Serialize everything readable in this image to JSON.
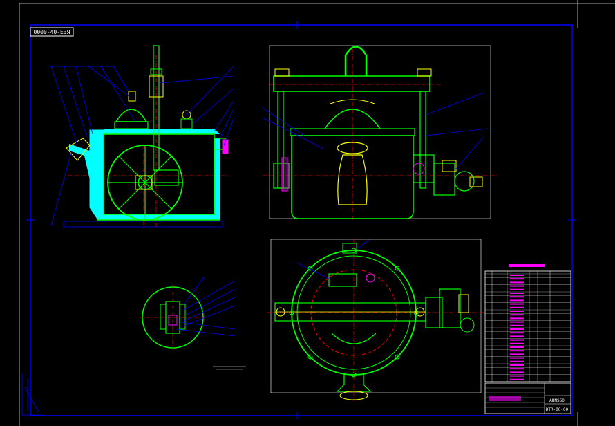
{
  "drawing": {
    "code_stamp": "0000-40-ЕЗЯ",
    "title_block_code": "DTR-00-00",
    "title_block_name": "AHNS60",
    "parts_table_header": "",
    "note_text": ""
  },
  "colors": {
    "background": "#000000",
    "frame": "#0000ff",
    "outline": "#00ff00",
    "centerline": "#ff0000",
    "leader": "#0000ff",
    "fill": "#00ffff",
    "accent": "#ff00ff",
    "text": "#ffffff",
    "highlight": "#ffff00"
  }
}
